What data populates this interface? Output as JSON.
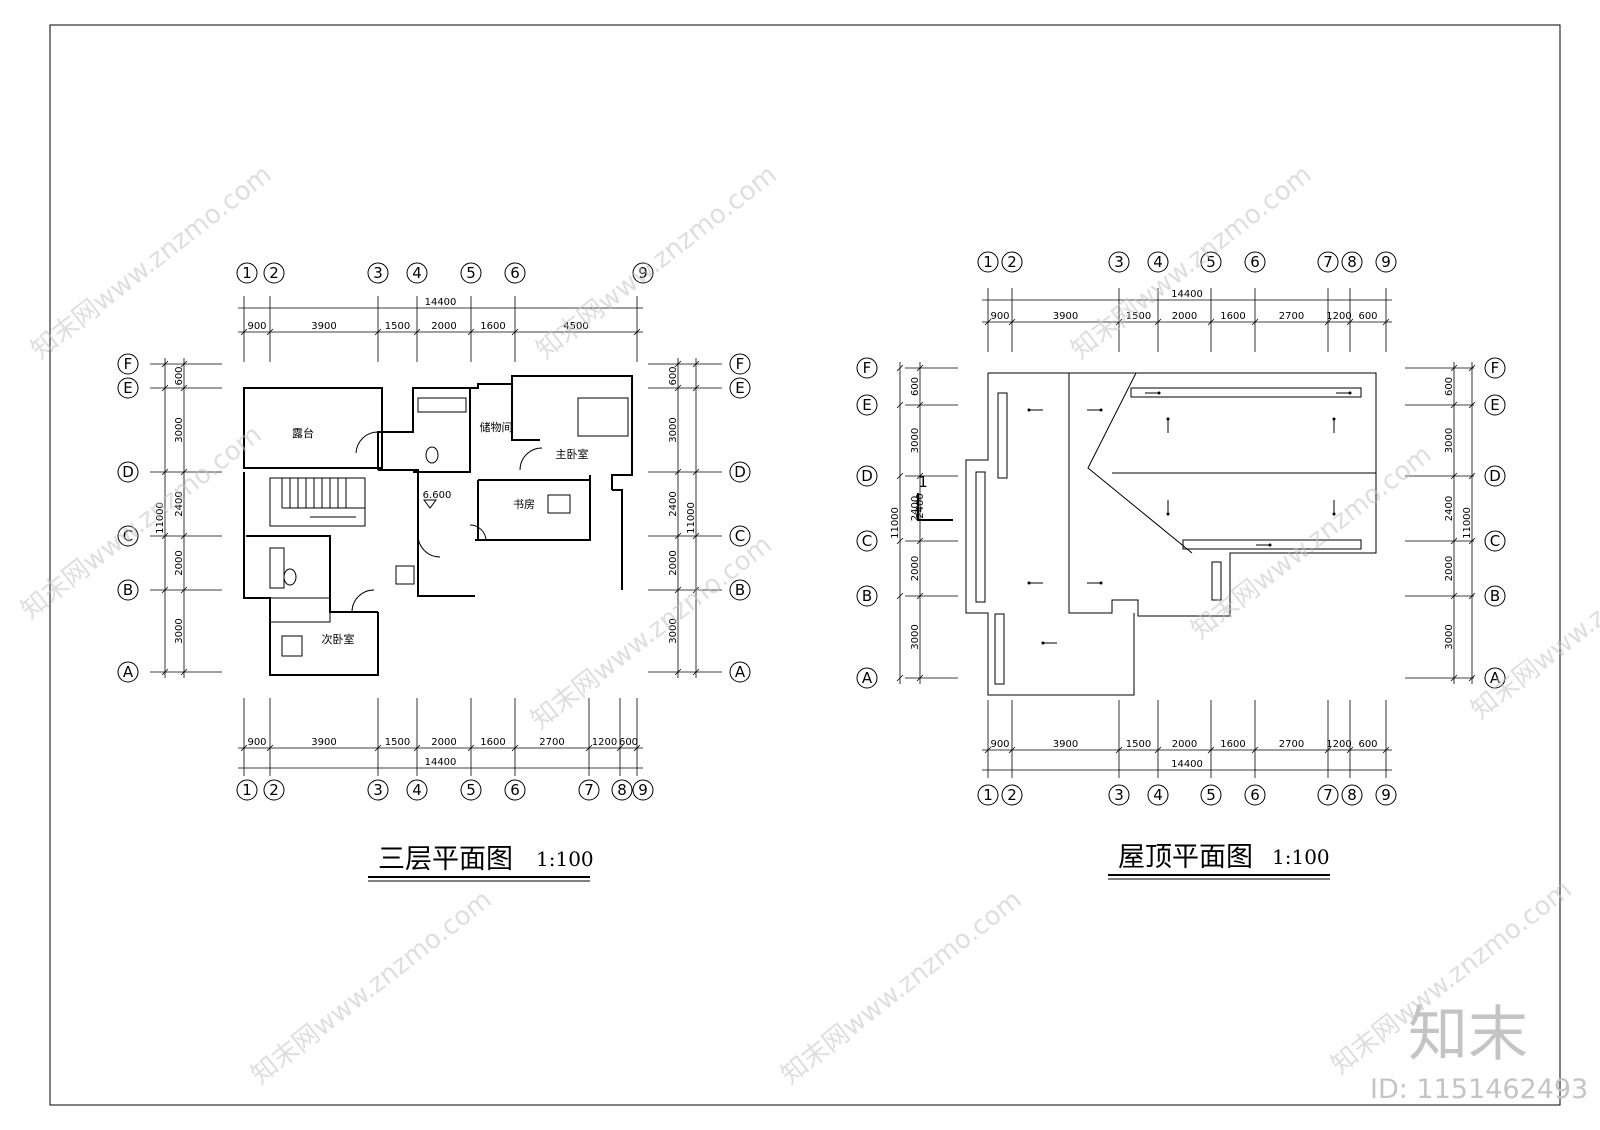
{
  "drawing_frame": {
    "left": "",
    "top": ""
  },
  "third_floor_plan": {
    "title": "三层平面图",
    "scale": "1:100",
    "column_axes": [
      "1",
      "2",
      "3",
      "4",
      "5",
      "6",
      "7",
      "8",
      "9"
    ],
    "row_axes": [
      "F",
      "E",
      "D",
      "C",
      "B",
      "A"
    ],
    "top_dims": [
      "900",
      "3900",
      "1500",
      "2000",
      "1600",
      "4500"
    ],
    "top_total": "14400",
    "bottom_dims": [
      "900",
      "3900",
      "1500",
      "2000",
      "1600",
      "2700",
      "1200",
      "600"
    ],
    "bottom_total": "14400",
    "side_dims": [
      "600",
      "3000",
      "2400",
      "2000",
      "3000"
    ],
    "side_total": "11000",
    "rooms": {
      "terrace": "露台",
      "storage": "储物间",
      "master_bedroom": "主卧室",
      "study": "书房",
      "second_bedroom": "次卧室"
    },
    "elevation": "6.600"
  },
  "roof_plan": {
    "title": "屋顶平面图",
    "scale": "1:100",
    "column_axes": [
      "1",
      "2",
      "3",
      "4",
      "5",
      "6",
      "7",
      "8",
      "9"
    ],
    "row_axes": [
      "F",
      "E",
      "D",
      "C",
      "B",
      "A"
    ],
    "top_dims": [
      "900",
      "3900",
      "1500",
      "2000",
      "1600",
      "2700",
      "1200",
      "600"
    ],
    "top_total": "14400",
    "bottom_dims": [
      "900",
      "3900",
      "1500",
      "2000",
      "1600",
      "2700",
      "1200",
      "600"
    ],
    "bottom_total": "14400",
    "side_dims": [
      "600",
      "3000",
      "2400",
      "2000",
      "3000"
    ],
    "side_total": "11000",
    "section_mark": "1",
    "section_dim": "2400"
  },
  "watermark": {
    "url": "知末网www.znzmo.com",
    "logo": "知末",
    "id": "ID: 1151462493"
  }
}
